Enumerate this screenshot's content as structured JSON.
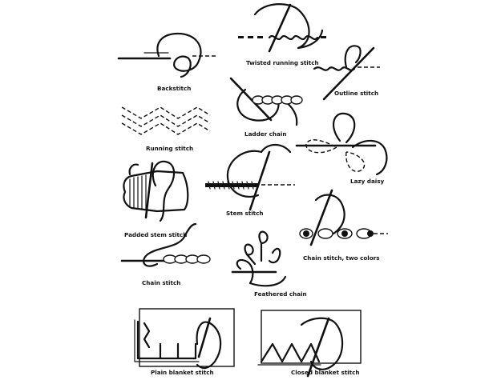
{
  "stitches": {
    "twisted_running": "Twisted running stitch",
    "backstitch": "Backstitch",
    "outline": "Outline stitch",
    "ladder_chain": "Ladder chain",
    "running": "Running stitch",
    "lazy_daisy": "Lazy daisy",
    "stem": "Stem stitch",
    "padded_stem": "Padded stem stitch",
    "chain_two_colors": "Chain stitch, two colors",
    "chain": "Chain stitch",
    "feathered_chain": "Feathered chain",
    "plain_blanket": "Plain blanket stitch",
    "closed_blanket": "Closed  blanket  stitch"
  }
}
